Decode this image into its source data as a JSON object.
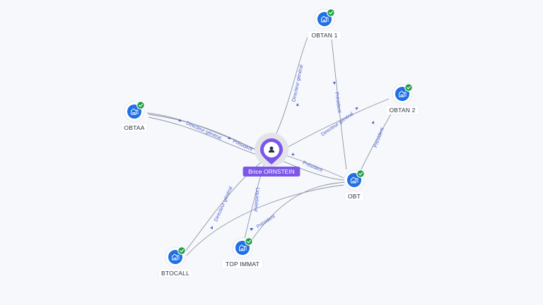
{
  "nodes": [
    {
      "id": "obtan1",
      "label": "OBTAN 1",
      "verified": true,
      "icon": "company-building-icon"
    },
    {
      "id": "obtan2",
      "label": "OBTAN 2",
      "verified": true,
      "icon": "company-building-icon"
    },
    {
      "id": "obtaa",
      "label": "OBTAA",
      "verified": true,
      "icon": "company-building-icon"
    },
    {
      "id": "obt",
      "label": "OBT",
      "verified": true,
      "icon": "company-building-icon"
    },
    {
      "id": "btocall",
      "label": "BTOCALL",
      "verified": true,
      "icon": "company-building-icon"
    },
    {
      "id": "topimmat",
      "label": "TOP IMMAT",
      "verified": true,
      "icon": "company-building-icon"
    }
  ],
  "person": {
    "id": "brice",
    "label": "Brice ORNSTEIN",
    "icon": "person-icon"
  },
  "edges": [
    {
      "from": "brice",
      "to": "obtan1",
      "label": "Directeur général"
    },
    {
      "from": "brice",
      "to": "obtaa",
      "label": "Directeur général"
    },
    {
      "from": "brice",
      "to": "obtaa",
      "label": "Président"
    },
    {
      "from": "brice",
      "to": "obtan2",
      "label": "Directeur général"
    },
    {
      "from": "brice",
      "to": "obt",
      "label": "Président"
    },
    {
      "from": "brice",
      "to": "btocall",
      "label": "Directeur général"
    },
    {
      "from": "brice",
      "to": "topimmat",
      "label": "Liquidateur"
    },
    {
      "from": "obt",
      "to": "obtan1",
      "label": "Président"
    },
    {
      "from": "obt",
      "to": "obtan2",
      "label": "Président"
    },
    {
      "from": "obt",
      "to": "topimmat",
      "label": "Président"
    },
    {
      "from": "obt",
      "to": "obtaa",
      "label": ""
    },
    {
      "from": "obt",
      "to": "btocall",
      "label": ""
    }
  ],
  "colors": {
    "company": "#1f6fe5",
    "verified": "#1e9e45",
    "person": "#7b56e8",
    "edge": "#8a94a6",
    "edge_label": "#4a5fd6"
  }
}
